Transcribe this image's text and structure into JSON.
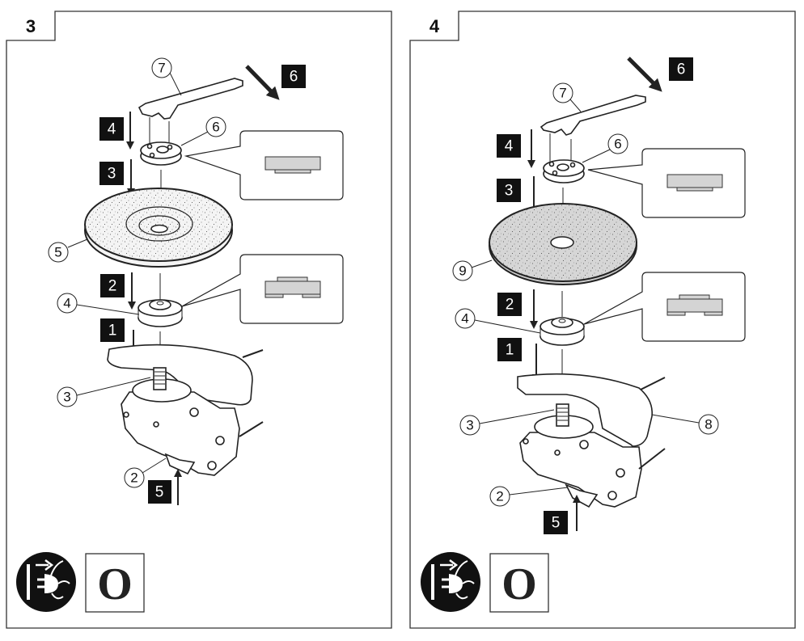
{
  "panels": [
    {
      "id": "panel-3",
      "number": "3",
      "disc_type": "grinding-disc",
      "callouts": [
        "7",
        "6",
        "5",
        "4",
        "3",
        "2"
      ],
      "steps": [
        "6",
        "4",
        "3",
        "2",
        "1",
        "5"
      ],
      "disc_fill": "#f2f2f2"
    },
    {
      "id": "panel-4",
      "number": "4",
      "disc_type": "cutting-disc",
      "callouts": [
        "7",
        "6",
        "9",
        "4",
        "3",
        "8",
        "2"
      ],
      "steps": [
        "6",
        "4",
        "3",
        "2",
        "1",
        "5"
      ],
      "disc_fill": "#d6d6d6"
    }
  ],
  "symbols": {
    "unplug_icon": "unplug-before-service-icon",
    "switch_off_label": "O"
  },
  "colors": {
    "ink": "#111111",
    "frame": "#333333",
    "detail_fill": "#d4d4d4"
  }
}
